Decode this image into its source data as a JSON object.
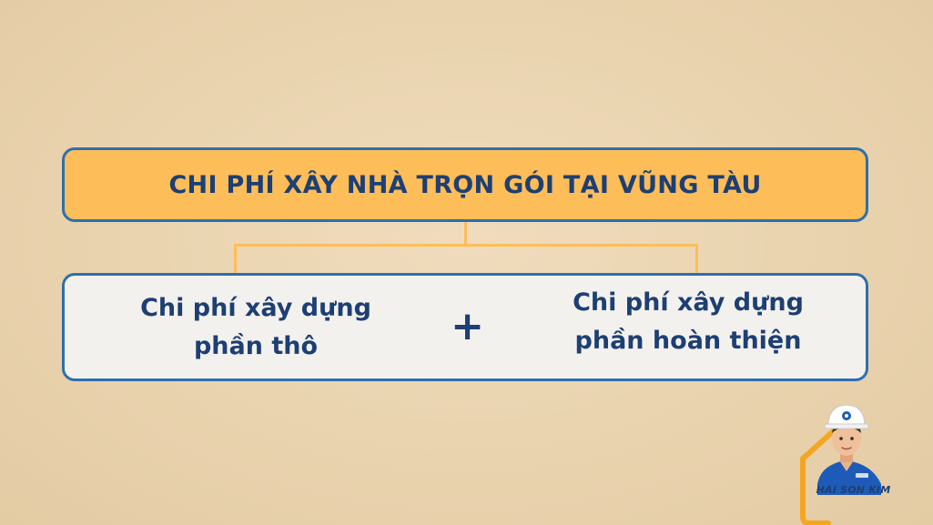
{
  "diagram": {
    "title": "CHI PHÍ XÂY NHÀ TRỌN GÓI TẠI VŨNG TÀU",
    "left_item": {
      "line1": "Chi phí xây dựng",
      "line2": "phần thô"
    },
    "operator": "+",
    "right_item": {
      "line1": "Chi phí xây dựng",
      "line2": "phần hoàn thiện"
    }
  },
  "branding": {
    "name": "HAI SON KIM",
    "icon": "worker-mascot-icon"
  },
  "colors": {
    "title_fill": "#fdbd59",
    "border": "#2d6fb0",
    "text": "#1d3f73",
    "content_fill": "#f3f1ee",
    "connector": "#fdbd59"
  }
}
